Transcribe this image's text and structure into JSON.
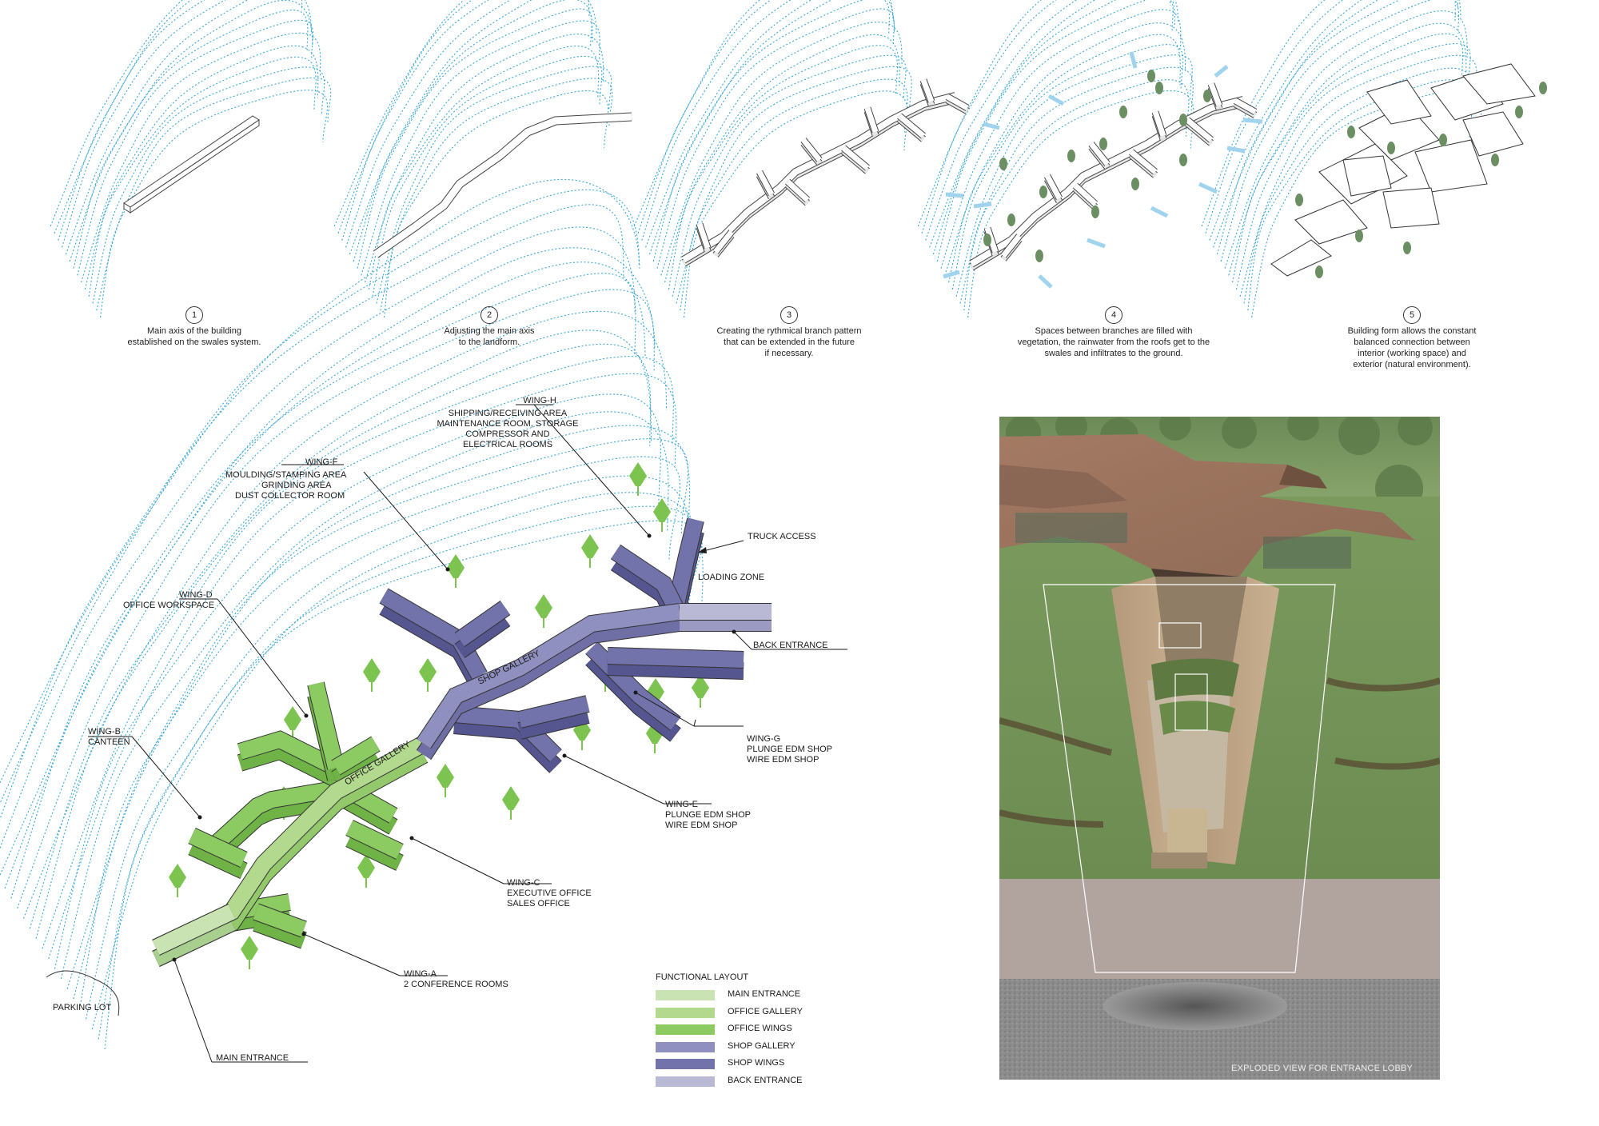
{
  "steps": [
    {
      "num": "1",
      "caption": [
        "Main axis of the building",
        "established on the swales system."
      ]
    },
    {
      "num": "2",
      "caption": [
        "Adjusting the main axis",
        "to the landform."
      ]
    },
    {
      "num": "3",
      "caption": [
        "Creating the rythmical branch pattern",
        "that can be extended in the future",
        "if necessary."
      ]
    },
    {
      "num": "4",
      "caption": [
        "Spaces between branches are filled with",
        "vegetation, the rainwater from the roofs get to the",
        "swales and infiltrates to the ground."
      ]
    },
    {
      "num": "5",
      "caption": [
        "Building form allows the constant",
        "balanced connection between",
        "interior (working space) and",
        "exterior (natural environment)."
      ]
    }
  ],
  "wings": {
    "h": {
      "title": "WING-H",
      "lines": [
        "SHIPPING/RECEIVING AREA",
        "MAINTENANCE ROOM, STORAGE",
        "COMPRESSOR AND",
        "ELECTRICAL ROOMS"
      ]
    },
    "f": {
      "title": "WING-F",
      "lines": [
        "MOULDING/STAMPING AREA",
        "GRINDING AREA",
        "DUST COLLECTOR ROOM"
      ]
    },
    "d": {
      "title": "WING-D",
      "lines": [
        "OFFICE WORKSPACE"
      ]
    },
    "b": {
      "title": "WING-B",
      "lines": [
        "CANTEEN"
      ]
    },
    "g": {
      "title": "WING-G",
      "lines": [
        "PLUNGE EDM SHOP",
        "WIRE EDM SHOP"
      ]
    },
    "e": {
      "title": "WING-E",
      "lines": [
        "PLUNGE EDM SHOP",
        "WIRE EDM SHOP"
      ]
    },
    "c": {
      "title": "WING-C",
      "lines": [
        "EXECUTIVE OFFICE",
        "SALES OFFICE"
      ]
    },
    "a": {
      "title": "WING-A",
      "lines": [
        "2 CONFERENCE ROOMS"
      ]
    }
  },
  "labels": {
    "truck_access": "TRUCK ACCESS",
    "loading_zone": "LOADING ZONE",
    "back_entrance": "BACK ENTRANCE",
    "parking_lot": "PARKING LOT",
    "main_entrance": "MAIN ENTRANCE",
    "shop_gallery": "SHOP GALLERY",
    "office_gallery": "OFFICE GALLERY"
  },
  "legend": {
    "title": "FUNCTIONAL LAYOUT",
    "items": [
      {
        "label": "MAIN ENTRANCE",
        "color": "#c9e3b2"
      },
      {
        "label": "OFFICE GALLERY",
        "color": "#b3d98e"
      },
      {
        "label": "OFFICE WINGS",
        "color": "#8ccb62"
      },
      {
        "label": "SHOP GALLERY",
        "color": "#8f8fc0"
      },
      {
        "label": "SHOP WINGS",
        "color": "#7373ab"
      },
      {
        "label": "BACK ENTRANCE",
        "color": "#b9b9d6"
      }
    ]
  },
  "render_caption": "EXPLODED VIEW FOR ENTRANCE LOBBY",
  "colors": {
    "contour": "#3aa7d6",
    "office": "#8ccb62",
    "shop": "#7373ab",
    "tree": "#7cc34f"
  }
}
